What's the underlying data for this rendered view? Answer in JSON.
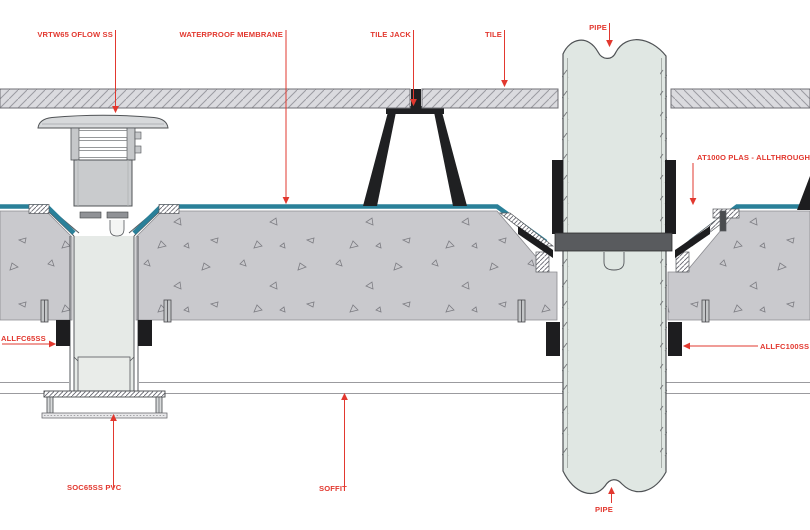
{
  "drawing": {
    "type": "construction-detail-section",
    "labels": {
      "oflow": "VRTW65 OFLOW SS",
      "membrane": "WATERPROOF MEMBRANE",
      "tile_jack": "TILE JACK",
      "tile": "TILE",
      "pipe_top": "PIPE",
      "allthrough": "AT100O PLAS - ALLTHROUGH",
      "allfc65": "ALLFC65SS",
      "allfc100": "ALLFC100SS",
      "soc65": "SOC65SS PVC",
      "soffit": "SOFFIT",
      "pipe_bottom": "PIPE"
    },
    "colors": {
      "annotation_red": "#e2382f",
      "membrane_teal": "#2a8099",
      "concrete_gray": "#c9c9cd",
      "pipe_fill": "#e0e7e3",
      "tile_fill": "#dbdbdf",
      "flashing_black": "#1d1d1f",
      "collar_gray": "#595b5e",
      "background": "#ffffff"
    }
  }
}
